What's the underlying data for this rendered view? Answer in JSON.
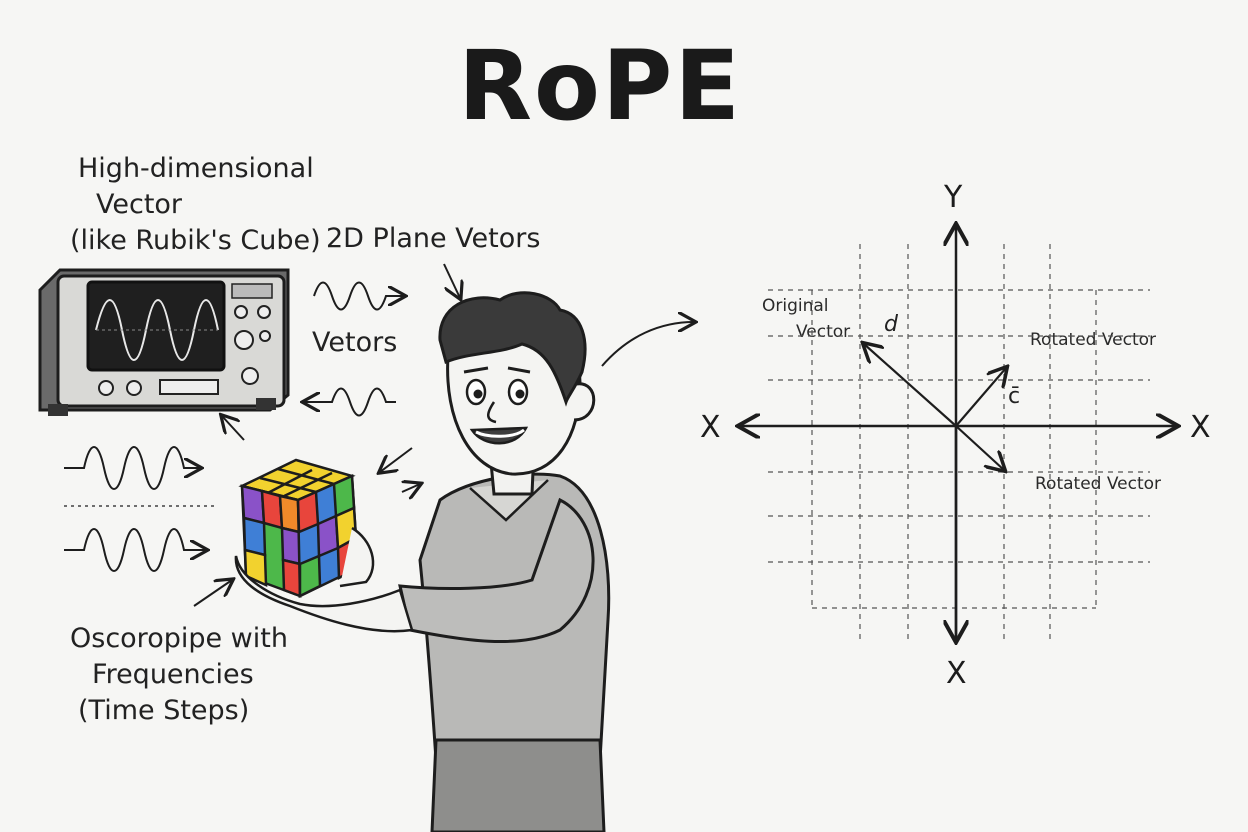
{
  "title": "RoPE",
  "labels": {
    "high_dim": [
      "High-dimensional",
      "Vector",
      "(like Rubik's Cube)"
    ],
    "plane_vectors": "2D Plane Vetors",
    "vetors": "Vetors",
    "oscilloscope": [
      "Oscoropipe with",
      "Frequencies",
      "(Time Steps)"
    ]
  },
  "graph": {
    "axis_y_top": "Y",
    "axis_x_left": "X",
    "axis_x_right": "X",
    "axis_x_bottom": "X",
    "original_vector": [
      "Original",
      "Vector"
    ],
    "rotated_vector_1": "Rotated Vector",
    "rotated_vector_2": "Rotated Vector",
    "symbol_d": "d",
    "symbol_c": "c̄"
  },
  "colors": {
    "ink": "#1d1d1d",
    "grid": "#555555",
    "cube_red": "#e8453c",
    "cube_yellow": "#f2d22e",
    "cube_green": "#4db84a",
    "cube_blue": "#3f7fd6",
    "cube_purple": "#8a52c8",
    "cube_orange": "#f08a2a"
  }
}
